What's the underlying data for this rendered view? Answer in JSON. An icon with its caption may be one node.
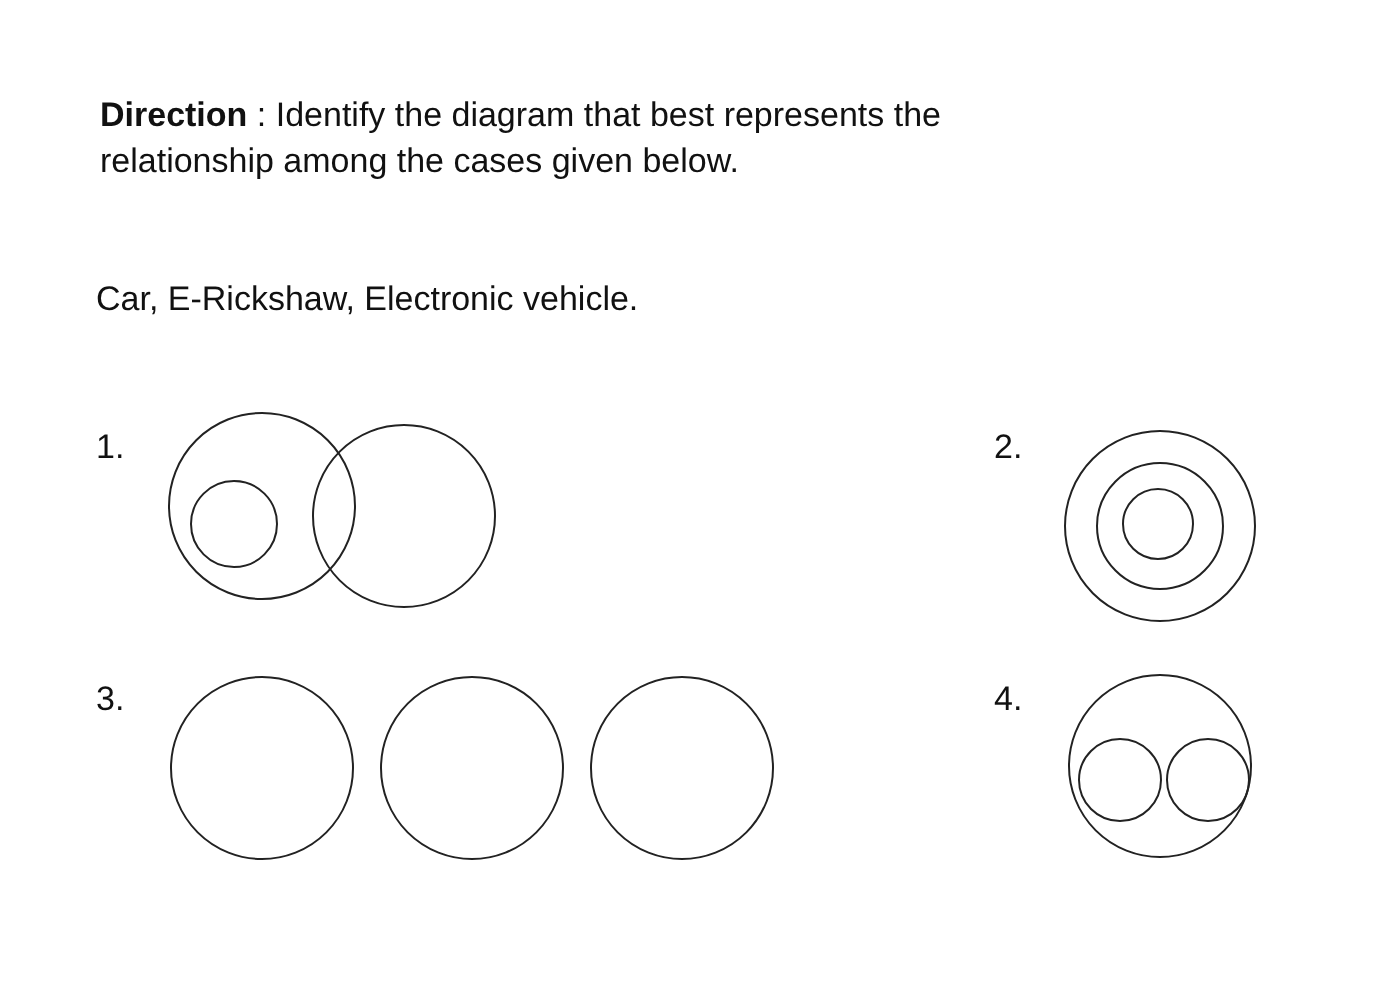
{
  "diagram": {
    "title": "**Direction** : Identify the diagram that best represents the relationship among the cases given below.",
    "nodes": [
      {
        "text": [],
        "shape": "circle"
      },
      {
        "text": [],
        "shape": "circle",
        "in": 0
      },
      {
        "text": [],
        "shape": "circle"
      },
      {
        "text": [],
        "shape": "circle"
      },
      {
        "text": [],
        "shape": "circle",
        "in": 3
      },
      {
        "text": [],
        "shape": "circle",
        "in": 4
      },
      {
        "text": [],
        "shape": "circle"
      },
      {
        "text": [],
        "shape": "circle"
      },
      {
        "text": [],
        "shape": "circle"
      },
      {
        "text": [],
        "shape": "circle"
      },
      {
        "text": [],
        "shape": "circle",
        "in": 9
      },
      {
        "text": [],
        "shape": "circle",
        "in": 9
      }
    ],
    "labels": [
      "Car, E-Rickshaw, Electronic vehicle.",
      "1.",
      "2.",
      "3.",
      "4."
    ]
  }
}
